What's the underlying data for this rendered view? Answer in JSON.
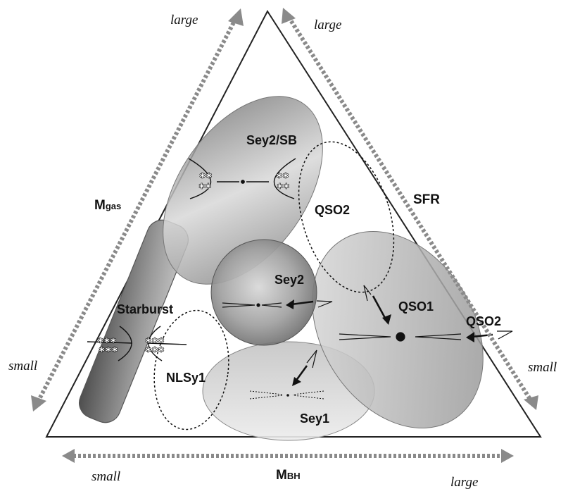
{
  "region_labels": {
    "sey2sb": "Sey2/SB",
    "qso2_inner": "QSO2",
    "sey2": "Sey2",
    "qso1": "QSO1",
    "qso2_outer": "QSO2",
    "starburst": "Starburst",
    "nlsy1": "NLSy1",
    "sey1": "Sey1"
  },
  "axes": {
    "gas": {
      "prefix": "M",
      "subscript": "gas",
      "large": "large",
      "small": "small"
    },
    "sfr": {
      "label": "SFR",
      "large": "large",
      "small": "small"
    },
    "bh": {
      "prefix": "M",
      "subscript": "BH",
      "small": "small",
      "large": "large"
    }
  }
}
